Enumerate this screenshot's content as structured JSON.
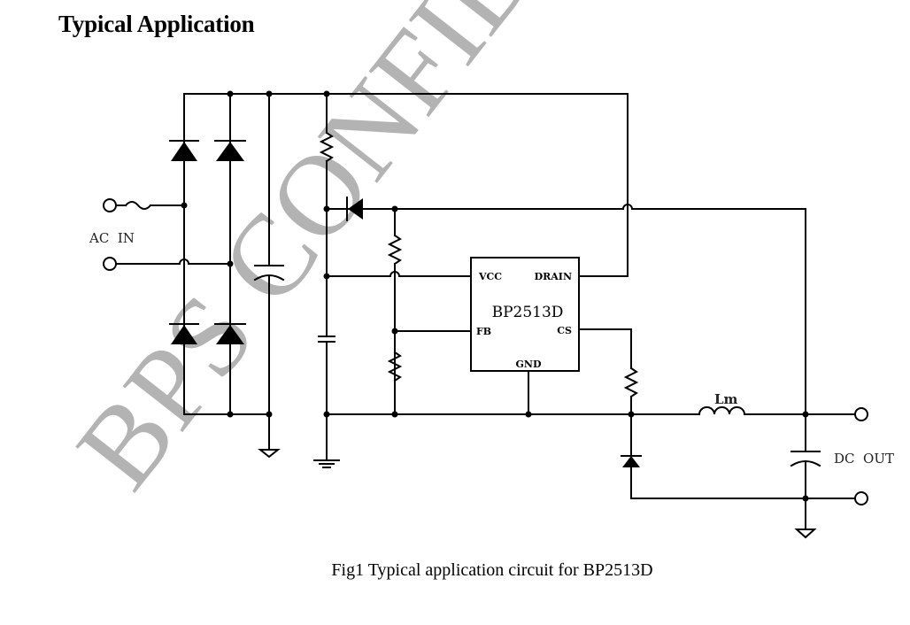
{
  "document": {
    "section_heading": "Typical Application",
    "figure_caption": "Fig1 Typical application circuit for BP2513D",
    "watermark": "BPS CONFIDENTIAL"
  },
  "schematic": {
    "ic": {
      "part_number": "BP2513D",
      "pins": {
        "vcc": "VCC",
        "drain": "DRAIN",
        "fb": "FB",
        "cs": "CS",
        "gnd": "GND"
      }
    },
    "labels": {
      "ac_input": "AC  IN",
      "dc_output": "DC  OUT",
      "inductor": "Lm"
    },
    "components": [
      {
        "type": "fuse",
        "name": "input-fuse"
      },
      {
        "type": "bridge-rectifier",
        "name": "bridge-diodes",
        "count": 4
      },
      {
        "type": "capacitor",
        "name": "bulk-capacitor",
        "polarized": true
      },
      {
        "type": "resistor",
        "name": "startup-resistor"
      },
      {
        "type": "diode",
        "name": "vcc-supply-diode"
      },
      {
        "type": "resistor",
        "name": "fb-upper-resistor"
      },
      {
        "type": "resistor",
        "name": "fb-lower-resistor"
      },
      {
        "type": "capacitor",
        "name": "vcc-capacitor"
      },
      {
        "type": "ic",
        "name": "controller-ic"
      },
      {
        "type": "resistor",
        "name": "current-sense-resistor"
      },
      {
        "type": "inductor",
        "name": "main-inductor"
      },
      {
        "type": "diode",
        "name": "freewheel-diode"
      },
      {
        "type": "capacitor",
        "name": "output-capacitor",
        "polarized": true
      }
    ]
  }
}
